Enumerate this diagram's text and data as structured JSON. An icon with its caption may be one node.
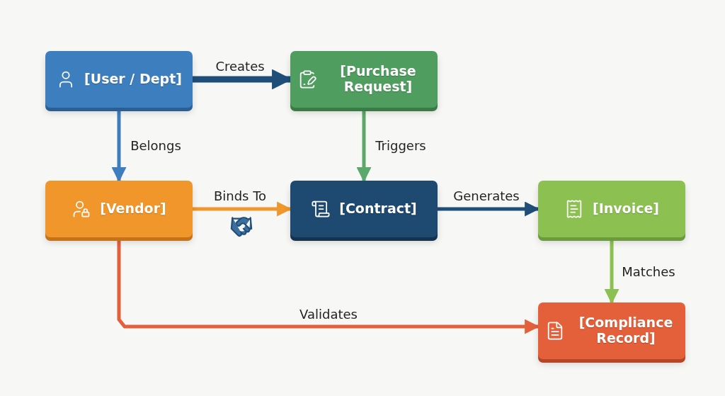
{
  "diagram": {
    "nodes": [
      {
        "text": [
          "[User / Dept]"
        ]
      },
      {
        "text": [
          "[Purchase Request]"
        ]
      },
      {
        "text": [
          "[Vendor]"
        ]
      },
      {
        "text": [
          "[Contract]"
        ]
      },
      {
        "text": [
          "[Invoice]"
        ]
      },
      {
        "text": [
          "[Compliance Record]"
        ]
      }
    ],
    "edges": [
      {
        "from": 0,
        "to": 1,
        "arrow": "to",
        "label": "Creates",
        "style": "thick",
        "color": "#1f4e79"
      },
      {
        "from": 0,
        "to": 2,
        "arrow": "to",
        "label": "Belongs",
        "color": "#3d7ebf"
      },
      {
        "from": 1,
        "to": 3,
        "arrow": "to",
        "label": "Triggers",
        "color": "#5aa86a"
      },
      {
        "from": 2,
        "to": 3,
        "arrow": "to",
        "label": "Binds To",
        "color": "#f0962a"
      },
      {
        "from": 3,
        "to": 4,
        "arrow": "to",
        "label": "Generates",
        "color": "#1f4e79"
      },
      {
        "from": 4,
        "to": 5,
        "arrow": "to",
        "label": "Matches",
        "color": "#8cc152"
      },
      {
        "from": 2,
        "to": 5,
        "arrow": "to",
        "label": "Validates",
        "color": "#e4603a"
      }
    ]
  }
}
